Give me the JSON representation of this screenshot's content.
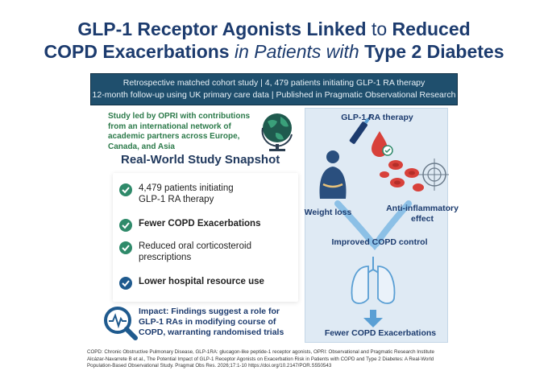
{
  "title": {
    "line1_a": "GLP-1 Receptor Agonists Linked",
    "line1_b": "to",
    "line1_c": "Reduced",
    "line2_a": "COPD Exacerbations",
    "line2_b": "in Patients with",
    "line2_c": "Type 2 Diabetes"
  },
  "banner": {
    "line1": "Retrospective matched cohort study | 4, 479 patients initiating GLP-1 RA therapy",
    "line2": "12-month follow-up using UK primary care data | Published in Pragmatic Observational Research"
  },
  "study_led": "Study led by OPRI with contributions from an international network of academic partners across Europe, Canada, and Asia",
  "snapshot": {
    "heading": "Real-World Study Snapshot",
    "items": [
      {
        "line1": "4,479 patients initiating",
        "line2": "GLP-1 RA therapy"
      },
      {
        "line1": "Fewer COPD Exacerbations",
        "line2": ""
      },
      {
        "line1": "Reduced oral corticosteroid",
        "line2": "prescriptions"
      },
      {
        "line1": "Lower hospital resource use",
        "line2": ""
      }
    ]
  },
  "impact": {
    "line1": "Impact: Findings suggest a role for",
    "line2": "GLP-1 RAs in modifying course of",
    "line3": "COPD, warranting randomised trials"
  },
  "mechanism": {
    "therapy": "GLP-1 RA therapy",
    "weight_loss": "Weight loss",
    "anti_inflammatory_1": "Anti-inflammatory",
    "anti_inflammatory_2": "effect",
    "improved": "Improved COPD control",
    "fewer": "Fewer COPD Exacerbations"
  },
  "footer": {
    "line1": "COPD: Chronic Obstructive Pulmonary Disease, GLP-1RA: glucagon-like peptide-1 receptor agonists, OPRI: Observational and Pragmatic Research Institute",
    "line2": "Alcázar-Navarrete B et al., The Potential Impact of GLP-1 Receptor Agonists on Exacerbation Risk in Patients with COPD and Type 2 Diabetes: A Real-World",
    "line3": "Population-Based Observational Study. Pragmat Obs Res. 2026;17:1-10 https://doi.org/10.2147/POR.S550543"
  },
  "colors": {
    "navy": "#1c3b6e",
    "banner_bg": "#1f4f6d",
    "green": "#2c7a4a",
    "check_teal": "#2f8a6a",
    "panel_bg": "#dfeaf4",
    "arrow_blue": "#5a9fd4",
    "red": "#d8413a"
  },
  "icons": [
    "globe-icon",
    "check-icon",
    "magnifier-pulse-icon",
    "pen-injector-icon",
    "blood-drop-icon",
    "body-silhouette-icon",
    "red-blood-cells-icon",
    "target-crosshair-icon",
    "lungs-icon",
    "down-arrow-icon"
  ]
}
